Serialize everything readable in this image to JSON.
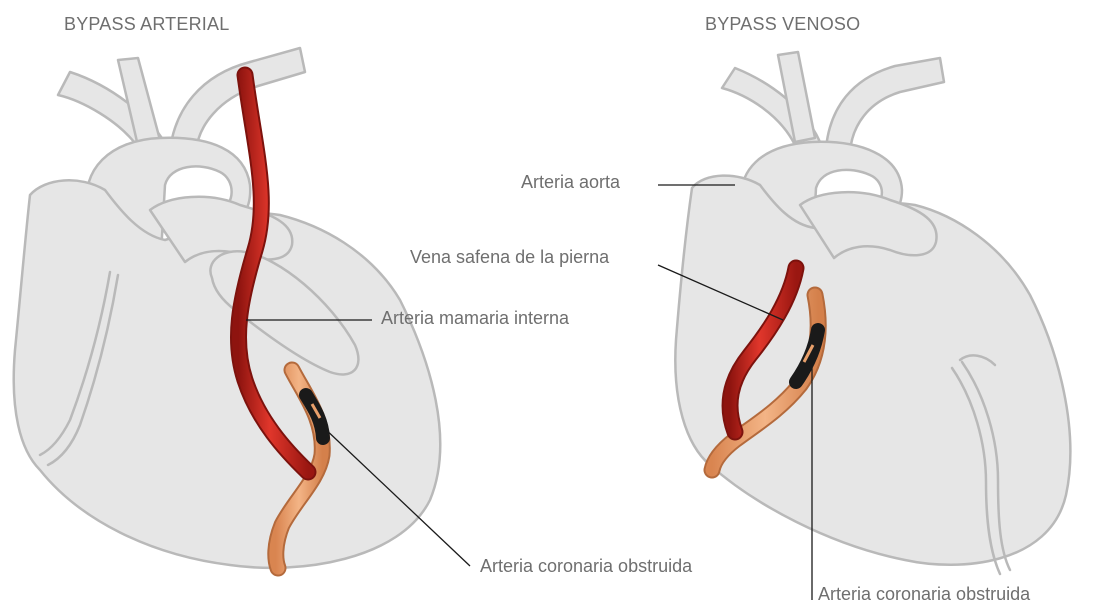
{
  "panels": {
    "left": {
      "title": "BYPASS ARTERIAL",
      "labels": {
        "mammary": "Arteria mamaria interna",
        "coronary": "Arteria coronaria obstruida"
      }
    },
    "right": {
      "title": "BYPASS VENOSO",
      "labels": {
        "aorta": "Arteria aorta",
        "saphenous": "Vena safena de la pierna",
        "coronary": "Arteria coronaria obstruida"
      }
    }
  },
  "colors": {
    "heart_fill": "#e6e6e6",
    "heart_stroke": "#b9b9b9",
    "graft_artery": "#c8261d",
    "coronary_vessel": "#e9a06b",
    "blockage": "#1a1a1a",
    "text": "#6f6f6f"
  }
}
